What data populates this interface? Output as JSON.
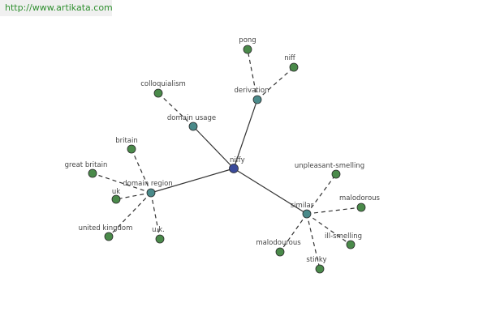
{
  "source_url": "http://www.artikata.com",
  "colors": {
    "root": "#3a4a9a",
    "hub": "#4a8a8a",
    "leaf": "#4a8a4a",
    "url_text": "#2f8f2f"
  },
  "graph": {
    "nodes": [
      {
        "id": "niffy",
        "label": "niffy",
        "kind": "root"
      },
      {
        "id": "derivation",
        "label": "derivation",
        "kind": "hub"
      },
      {
        "id": "domain_usage",
        "label": "domain usage",
        "kind": "hub"
      },
      {
        "id": "domain_region",
        "label": "domain region",
        "kind": "hub"
      },
      {
        "id": "similar",
        "label": "similar",
        "kind": "hub"
      },
      {
        "id": "pong",
        "label": "pong",
        "kind": "leaf"
      },
      {
        "id": "niff",
        "label": "niff",
        "kind": "leaf"
      },
      {
        "id": "colloquialism",
        "label": "colloquialism",
        "kind": "leaf"
      },
      {
        "id": "britain",
        "label": "britain",
        "kind": "leaf"
      },
      {
        "id": "great_britain",
        "label": "great britain",
        "kind": "leaf"
      },
      {
        "id": "uk",
        "label": "uk",
        "kind": "leaf"
      },
      {
        "id": "united_kingdom",
        "label": "united kingdom",
        "kind": "leaf"
      },
      {
        "id": "u_k",
        "label": "u.k.",
        "kind": "leaf"
      },
      {
        "id": "unpleasant_smelling",
        "label": "unpleasant-smelling",
        "kind": "leaf"
      },
      {
        "id": "malodorous",
        "label": "malodorous",
        "kind": "leaf"
      },
      {
        "id": "ill_smelling",
        "label": "ill-smelling",
        "kind": "leaf"
      },
      {
        "id": "stinky",
        "label": "stinky",
        "kind": "leaf"
      },
      {
        "id": "malodourous",
        "label": "malodourous",
        "kind": "leaf"
      }
    ],
    "edges": [
      {
        "from": "niffy",
        "to": "derivation",
        "style": "solid"
      },
      {
        "from": "niffy",
        "to": "domain_usage",
        "style": "solid"
      },
      {
        "from": "niffy",
        "to": "domain_region",
        "style": "solid"
      },
      {
        "from": "niffy",
        "to": "similar",
        "style": "solid"
      },
      {
        "from": "derivation",
        "to": "pong",
        "style": "dashed"
      },
      {
        "from": "derivation",
        "to": "niff",
        "style": "dashed"
      },
      {
        "from": "domain_usage",
        "to": "colloquialism",
        "style": "dashed"
      },
      {
        "from": "domain_region",
        "to": "britain",
        "style": "dashed"
      },
      {
        "from": "domain_region",
        "to": "great_britain",
        "style": "dashed"
      },
      {
        "from": "domain_region",
        "to": "uk",
        "style": "dashed"
      },
      {
        "from": "domain_region",
        "to": "united_kingdom",
        "style": "dashed"
      },
      {
        "from": "domain_region",
        "to": "u_k",
        "style": "dashed"
      },
      {
        "from": "similar",
        "to": "unpleasant_smelling",
        "style": "dashed"
      },
      {
        "from": "similar",
        "to": "malodorous",
        "style": "dashed"
      },
      {
        "from": "similar",
        "to": "ill_smelling",
        "style": "dashed"
      },
      {
        "from": "similar",
        "to": "stinky",
        "style": "dashed"
      },
      {
        "from": "similar",
        "to": "malodourous",
        "style": "dashed"
      }
    ]
  }
}
